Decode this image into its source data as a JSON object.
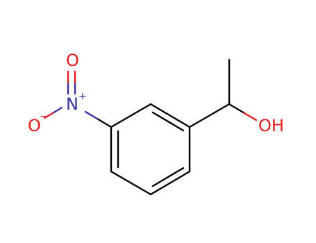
{
  "molecule": {
    "atoms": {
      "nitro_top_oxygen": {
        "symbol": "O",
        "color": "#e41a1c"
      },
      "nitro_nitrogen": {
        "symbol": "N",
        "charge": "+",
        "color": "#3333a0"
      },
      "nitro_left_oxygen": {
        "symbol": "O",
        "charge": "−",
        "color": "#e41a1c"
      },
      "hydroxyl": {
        "symbol": "OH",
        "color": "#e41a1c"
      }
    },
    "bond_color": "#000000"
  }
}
